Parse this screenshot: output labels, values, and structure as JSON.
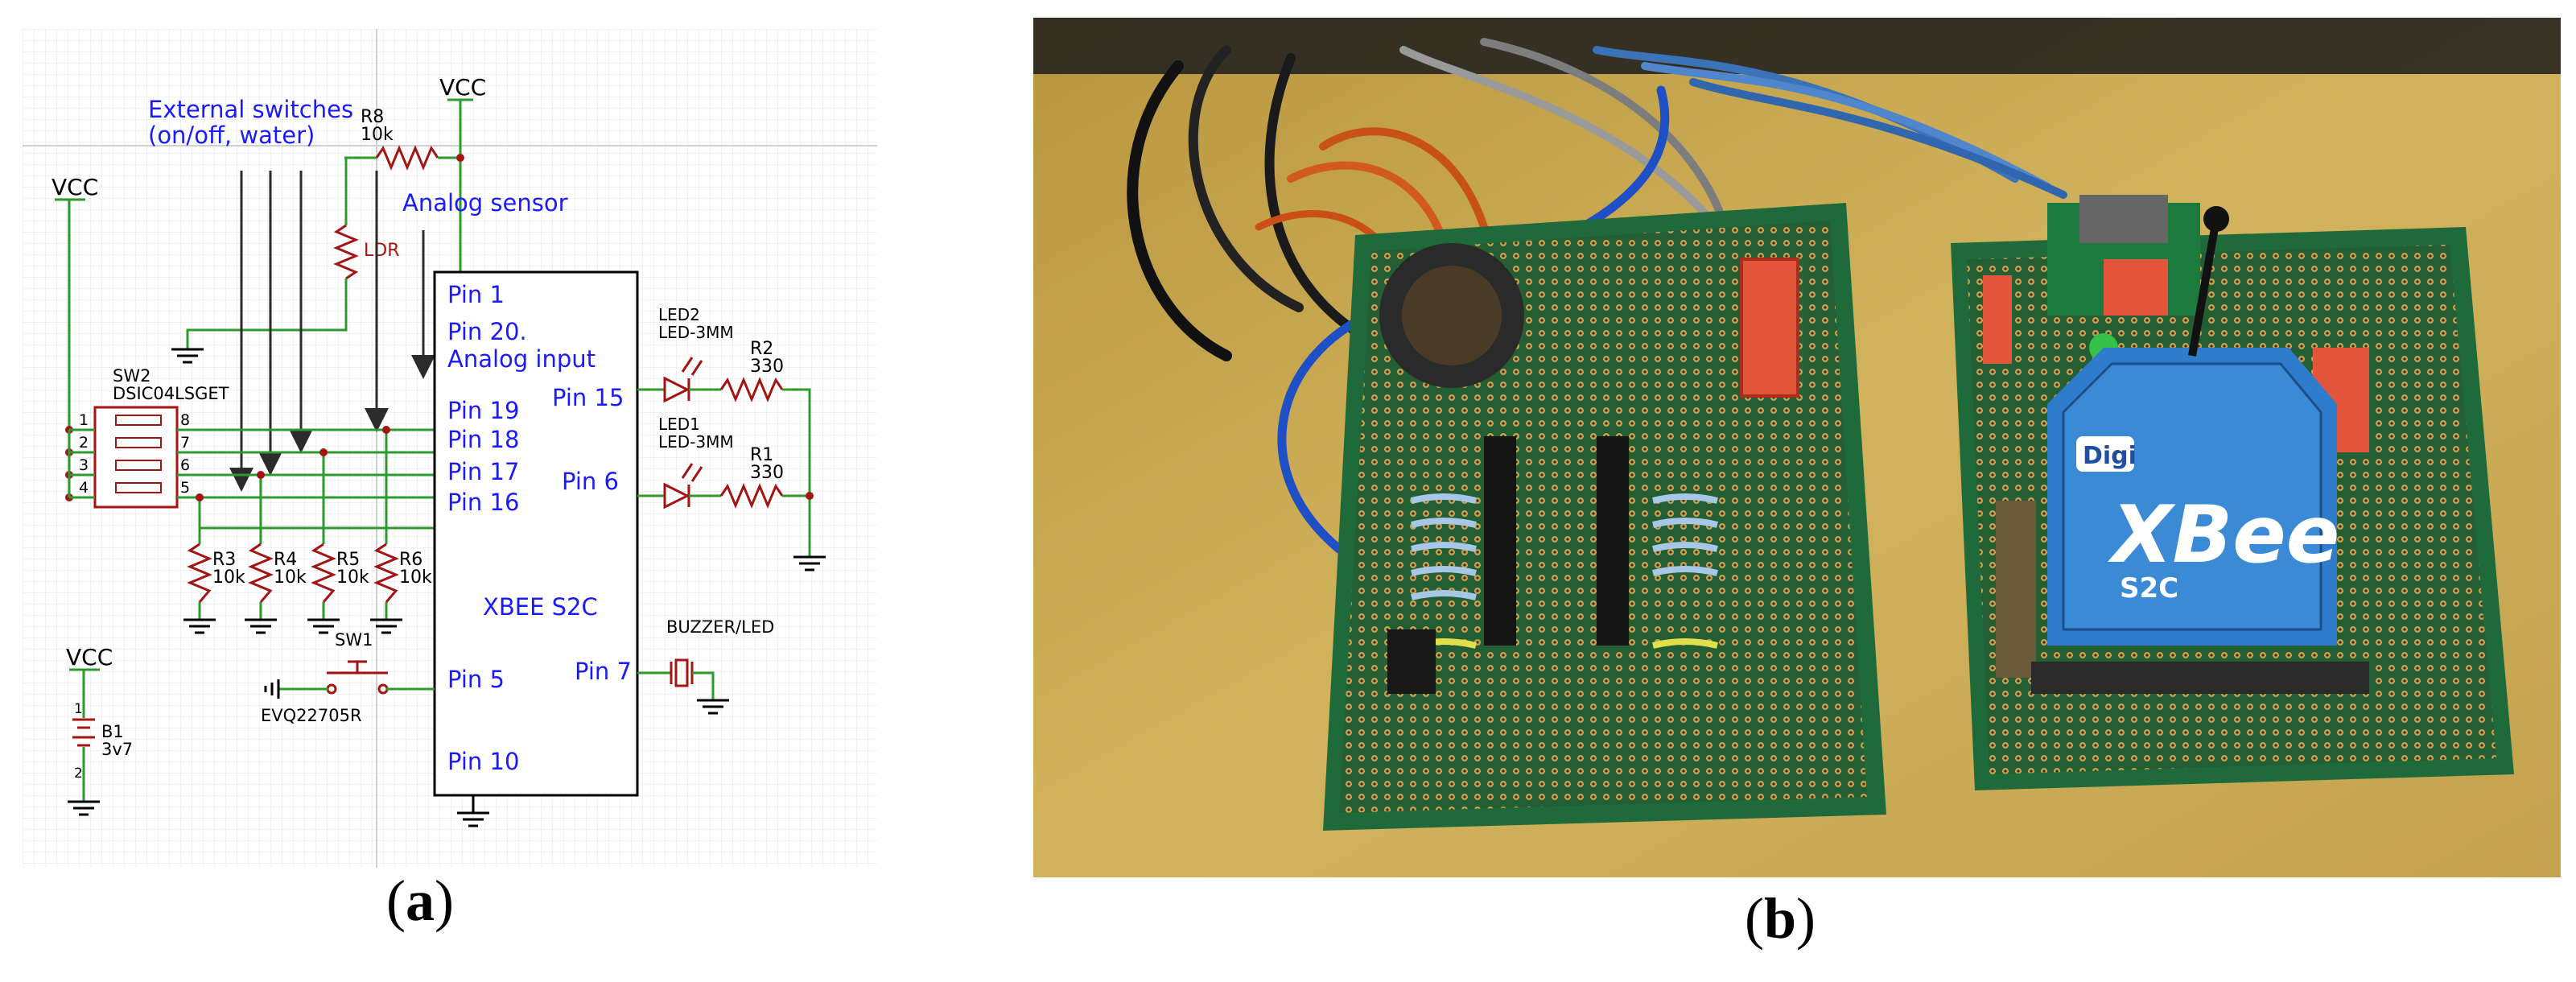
{
  "figure": {
    "caption_a": {
      "open": "(",
      "letter": "a",
      "close": ")"
    },
    "caption_b": {
      "open": "(",
      "letter": "b",
      "close": ")"
    }
  },
  "schematic": {
    "vcc_labels": [
      "VCC",
      "VCC",
      "VCC"
    ],
    "external_switches": [
      "External switches",
      "(on/off, water)"
    ],
    "r8": {
      "ref": "R8",
      "value": "10k"
    },
    "ldr": "LDR",
    "analog_sensor": "Analog sensor",
    "sw2": {
      "ref": "SW2",
      "part": "DSIC04LSGET",
      "pins": [
        "1",
        "2",
        "3",
        "4",
        "8",
        "7",
        "6",
        "5"
      ]
    },
    "pulldowns": [
      {
        "ref": "R3",
        "value": "10k"
      },
      {
        "ref": "R4",
        "value": "10k"
      },
      {
        "ref": "R5",
        "value": "10k"
      },
      {
        "ref": "R6",
        "value": "10k"
      }
    ],
    "xbee": {
      "name": "XBEE S2C",
      "left_pins": [
        "Pin 1",
        "Pin 20.",
        "Analog input",
        "Pin 19",
        "Pin 18",
        "Pin 17",
        "Pin 16",
        "Pin 5",
        "Pin 10"
      ],
      "right_pins": [
        "Pin 15",
        "Pin 6",
        "Pin 7"
      ]
    },
    "led2": {
      "ref": "LED2",
      "part": "LED-3MM"
    },
    "led1": {
      "ref": "LED1",
      "part": "LED-3MM"
    },
    "r2": {
      "ref": "R2",
      "value": "330"
    },
    "r1": {
      "ref": "R1",
      "value": "330"
    },
    "buzzer": "BUZZER/LED",
    "sw1": {
      "ref": "SW1",
      "part": "EVQ22705R"
    },
    "battery": {
      "ref": "B1",
      "value": "3v7",
      "pin1": "1",
      "pin2": "2"
    }
  },
  "photo": {
    "module_brand": "Digi",
    "module_name": "XBee",
    "module_variant": "S2C"
  },
  "colors": {
    "grid": "#e3e3e3",
    "wire_green": "#2e9a2e",
    "component_red": "#a31515",
    "label_blue": "#1a1aff",
    "arrow": "#2b2b2b",
    "pcb_green": "#1f6a3a",
    "table_wood": "#c9a85a"
  }
}
